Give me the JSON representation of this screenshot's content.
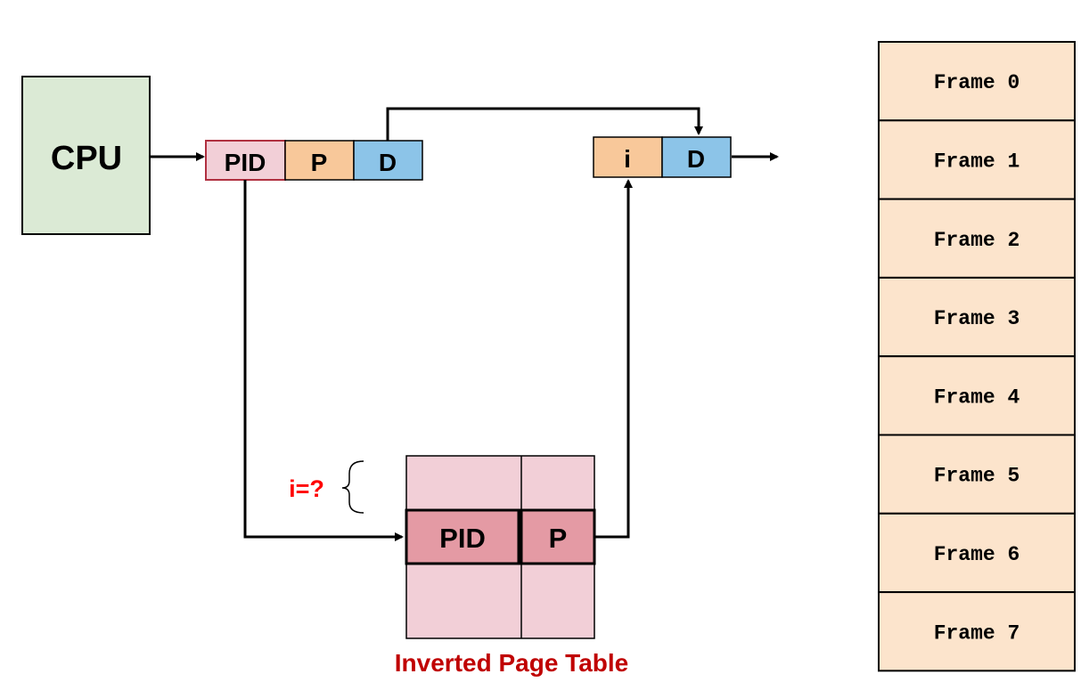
{
  "colors": {
    "cpu_fill": "#dbead5",
    "pid_fill": "#f2cfd7",
    "p_fill": "#f8c89a",
    "d_fill": "#8cc4e8",
    "frame_fill": "#fce4cc",
    "table_fill": "#f2cfd7",
    "table_highlight": "#e49aa4",
    "label_red": "#c00000",
    "query_red": "#ff0000"
  },
  "cpu": {
    "label": "CPU"
  },
  "logical_address": {
    "pid": "PID",
    "page": "P",
    "offset": "D"
  },
  "physical_address": {
    "index": "i",
    "offset": "D"
  },
  "inverted_table": {
    "title": "Inverted Page Table",
    "pid_label": "PID",
    "page_label": "P",
    "query_label": "i=?"
  },
  "memory": {
    "frames": [
      "Frame 0",
      "Frame 1",
      "Frame 2",
      "Frame 3",
      "Frame 4",
      "Frame 5",
      "Frame 6",
      "Frame 7"
    ]
  }
}
